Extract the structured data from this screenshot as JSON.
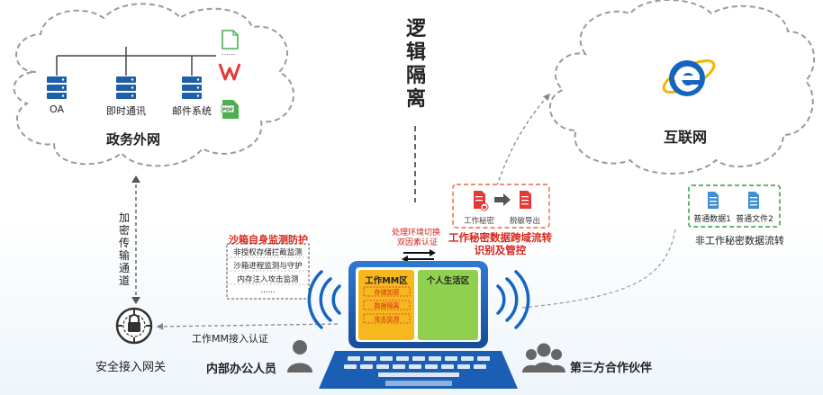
{
  "gov_network": {
    "title": "政务外网",
    "servers": [
      "OA",
      "即时通讯",
      "邮件系统"
    ],
    "ellipsis": "......"
  },
  "internet": {
    "title": "互联网",
    "docs": [
      "普通数据1",
      "普通文件2"
    ],
    "caption": "非工作秘密数据流转"
  },
  "logical_isolation": [
    "逻",
    "辑",
    "隔",
    "离"
  ],
  "encrypted_channel": "加密传输通道",
  "gateway": {
    "label": "安全接入网关"
  },
  "access_auth": "工作MM接入认证",
  "env_switch": [
    "处理环境切换",
    "双因素认证"
  ],
  "secret_flow": {
    "from_label": "工作秘密",
    "to_label": "脱敏导出",
    "title_lines": [
      "工作秘密数据跨域流转",
      "识别及管控"
    ]
  },
  "sandbox_protection": {
    "title": "沙箱自身监测防护",
    "items": [
      "非授权存储拦截监测",
      "沙箱进程监测与守护",
      "内存注入攻击监测",
      "......"
    ]
  },
  "laptop": {
    "work_zone": {
      "title": "工作MM区",
      "items": [
        "存储加密",
        "数据隔离",
        "攻击监测"
      ]
    },
    "personal_zone": {
      "title": "个人生活区"
    }
  },
  "internal_staff": "内部办公人员",
  "third_party": "第三方合作伙伴",
  "colors": {
    "accent_blue": "#1565c0",
    "laptop_blue": "#1b5fb5",
    "work_zone": "#f6b81d",
    "personal_zone": "#8fd14f",
    "alert_red": "#d8261b",
    "doc_green": "#2e9e3e",
    "cloud_stroke": "#9a9a9a",
    "person_gray": "#666666"
  }
}
